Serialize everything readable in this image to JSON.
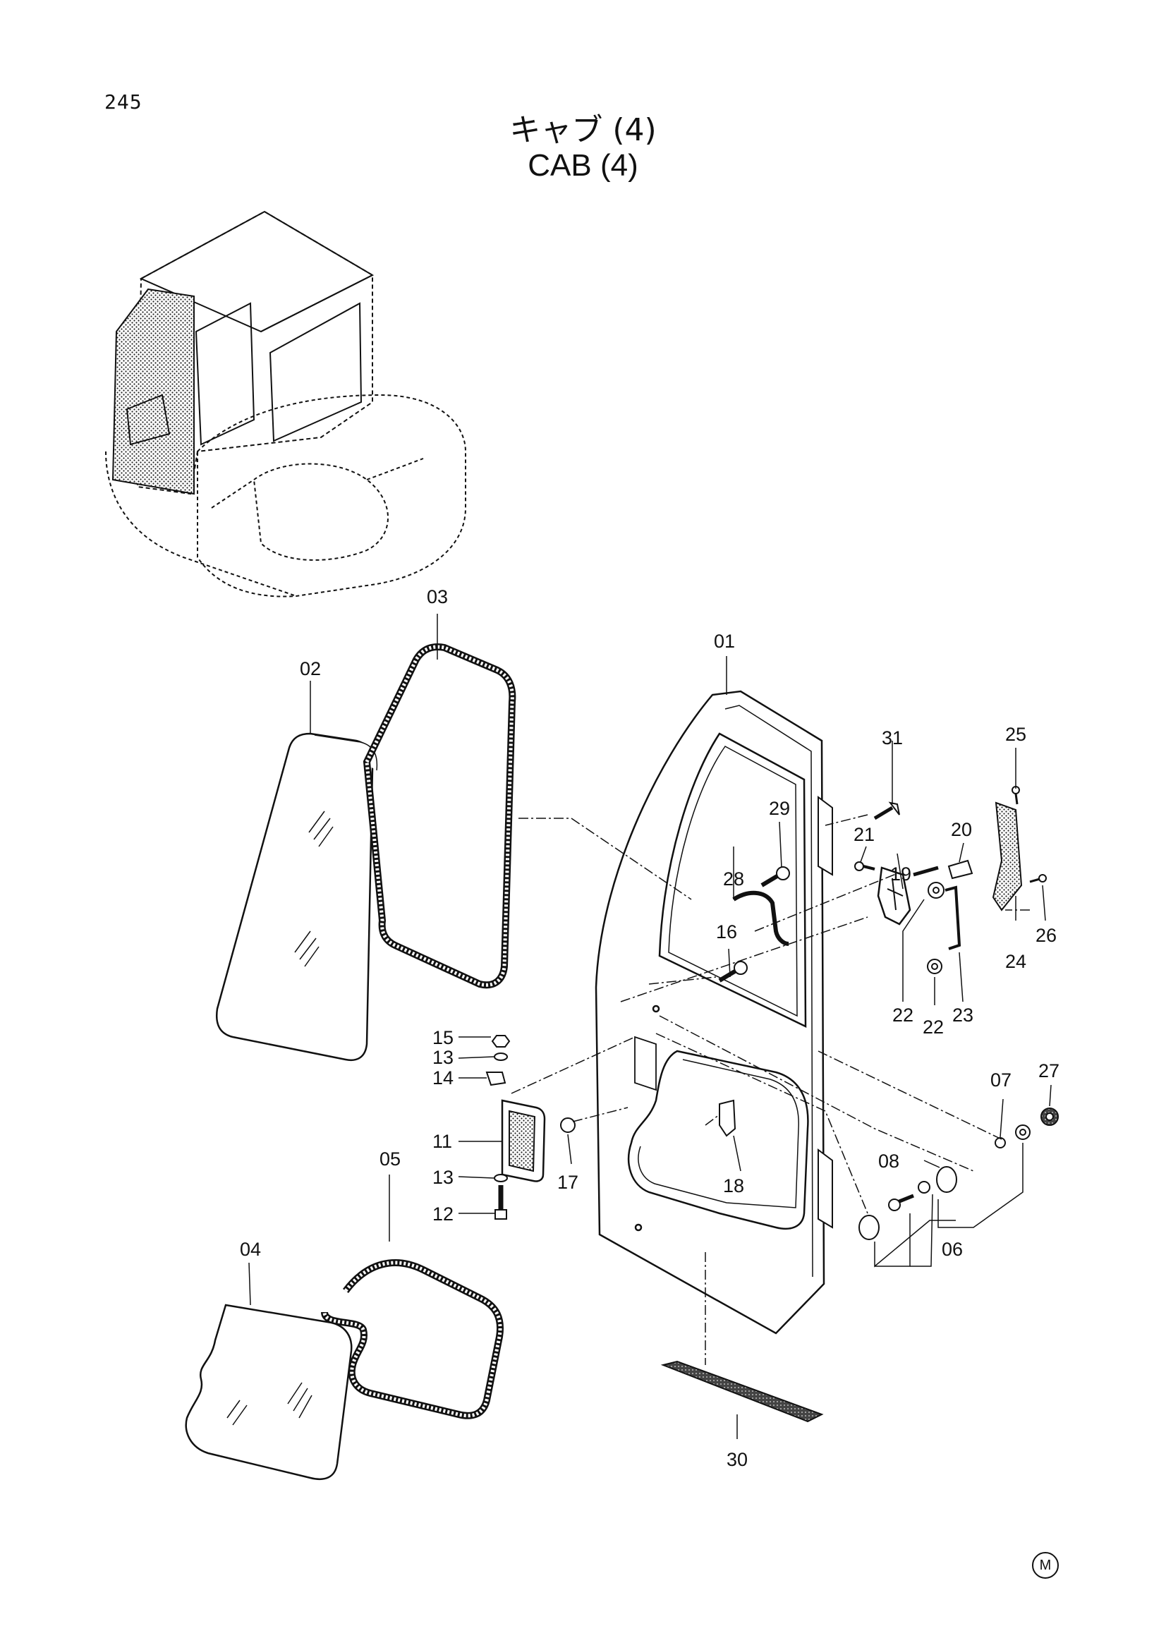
{
  "page_number": "245",
  "title": {
    "jp": "キャブ (4)",
    "en": "CAB (4)"
  },
  "footer_mark": "M",
  "callouts": [
    "01",
    "02",
    "03",
    "04",
    "05",
    "06",
    "07",
    "08",
    "11",
    "12",
    "13",
    "13",
    "14",
    "15",
    "16",
    "17",
    "18",
    "19",
    "20",
    "21",
    "22",
    "22",
    "23",
    "24",
    "25",
    "26",
    "27",
    "28",
    "29",
    "30",
    "31"
  ]
}
